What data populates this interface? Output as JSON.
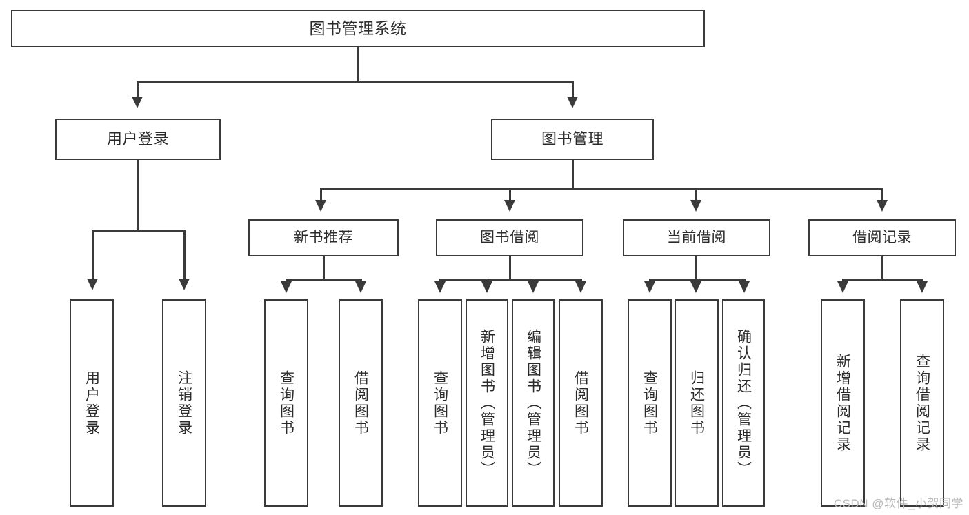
{
  "diagram": {
    "title": "图书管理系统",
    "watermark": "CSDN @软件_小贺同学",
    "colors": {
      "stroke": "#3a3a3a",
      "fill": "#ffffff",
      "text": "#2b2b2b",
      "watermark": "#b9b9b9",
      "background": "#ffffff"
    },
    "root": {
      "label": "图书管理系统"
    },
    "level2": [
      {
        "label": "用户登录"
      },
      {
        "label": "图书管理"
      }
    ],
    "level3": [
      {
        "label": "新书推荐"
      },
      {
        "label": "图书借阅"
      },
      {
        "label": "当前借阅"
      },
      {
        "label": "借阅记录"
      }
    ],
    "leaves": {
      "user_login": [
        {
          "label": "用户登录"
        },
        {
          "label": "注销登录"
        }
      ],
      "new_book_recommend": [
        {
          "label": "查询图书"
        },
        {
          "label": "借阅图书"
        }
      ],
      "book_borrow": [
        {
          "label": "查询图书"
        },
        {
          "label": "新增图书（管理员）"
        },
        {
          "label": "编辑图书（管理员）"
        },
        {
          "label": "借阅图书"
        }
      ],
      "current_borrow": [
        {
          "label": "查询图书"
        },
        {
          "label": "归还图书"
        },
        {
          "label": "确认归还（管理员）"
        }
      ],
      "borrow_records": [
        {
          "label": "新增借阅记录"
        },
        {
          "label": "查询借阅记录"
        }
      ]
    }
  }
}
